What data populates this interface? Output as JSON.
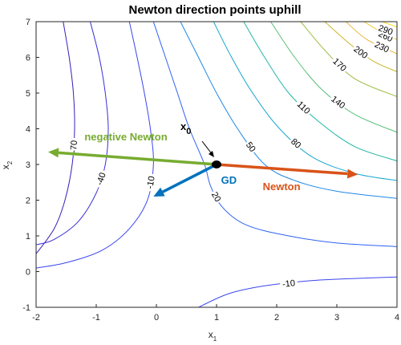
{
  "chart_data": {
    "type": "contour",
    "title": "Newton direction points uphill",
    "xlabel": "x",
    "xlabel_sub": "1",
    "ylabel": "x",
    "ylabel_sub": "2",
    "xlim": [
      -2,
      4
    ],
    "ylim": [
      -1,
      7
    ],
    "xticks": [
      "-2",
      "-1",
      "0",
      "1",
      "2",
      "3",
      "4"
    ],
    "yticks": [
      "-1",
      "0",
      "1",
      "2",
      "3",
      "4",
      "5",
      "6",
      "7"
    ],
    "grid": false,
    "colormap": "parula",
    "contours": [
      {
        "level": -70,
        "color": "#3a1eb8",
        "label": "-70",
        "points": [
          [
            -1.55,
            7
          ],
          [
            -1.45,
            6
          ],
          [
            -1.38,
            5
          ],
          [
            -1.36,
            4
          ],
          [
            -1.4,
            3
          ],
          [
            -1.52,
            2
          ],
          [
            -1.7,
            1.2
          ],
          [
            -2,
            0.5
          ]
        ]
      },
      {
        "level": -40,
        "color": "#3b2fd8",
        "label": "-40",
        "points": [
          [
            -1.1,
            7
          ],
          [
            -0.95,
            6
          ],
          [
            -0.85,
            5
          ],
          [
            -0.8,
            4
          ],
          [
            -0.85,
            3
          ],
          [
            -1.0,
            2.2
          ],
          [
            -1.3,
            1.4
          ],
          [
            -1.7,
            0.9
          ],
          [
            -2,
            0.75
          ]
        ]
      },
      {
        "level": -10,
        "color": "#3a46ee",
        "label": "-10",
        "points": [
          [
            -0.45,
            7
          ],
          [
            -0.32,
            6
          ],
          [
            -0.2,
            5
          ],
          [
            -0.1,
            4
          ],
          [
            -0.05,
            3
          ],
          [
            -0.15,
            2
          ],
          [
            -0.45,
            1.2
          ],
          [
            -0.9,
            0.6
          ],
          [
            -1.5,
            0.25
          ],
          [
            -2,
            0.1
          ]
        ]
      },
      {
        "level": -10,
        "color": "#3a46ee",
        "label": "-10",
        "points": [
          [
            0.7,
            -1
          ],
          [
            1.2,
            -0.62
          ],
          [
            1.8,
            -0.4
          ],
          [
            2.6,
            -0.25
          ],
          [
            3.5,
            -0.18
          ],
          [
            4,
            -0.15
          ]
        ]
      },
      {
        "level": 20,
        "color": "#2e62f0",
        "label": "20",
        "points": [
          [
            -0.05,
            7
          ],
          [
            0.15,
            6
          ],
          [
            0.35,
            5
          ],
          [
            0.55,
            4
          ],
          [
            0.8,
            3
          ],
          [
            0.9,
            2.4
          ],
          [
            1.1,
            1.8
          ],
          [
            1.5,
            1.3
          ],
          [
            2.2,
            1.0
          ],
          [
            3.0,
            0.8
          ],
          [
            4,
            0.7
          ]
        ]
      },
      {
        "level": 50,
        "color": "#1f88e8",
        "label": "50",
        "points": [
          [
            0.4,
            7
          ],
          [
            0.7,
            6
          ],
          [
            1.0,
            5
          ],
          [
            1.35,
            4
          ],
          [
            1.8,
            3
          ],
          [
            2.3,
            2.55
          ],
          [
            3.0,
            2.25
          ],
          [
            4,
            2.05
          ]
        ]
      },
      {
        "level": 80,
        "color": "#17a6cf",
        "label": "80",
        "points": [
          [
            0.95,
            7
          ],
          [
            1.25,
            6
          ],
          [
            1.6,
            5
          ],
          [
            2.05,
            4
          ],
          [
            2.6,
            3.2
          ],
          [
            3.3,
            2.75
          ],
          [
            4,
            2.55
          ]
        ]
      },
      {
        "level": 110,
        "color": "#22b8a4",
        "label": "110",
        "points": [
          [
            1.45,
            7
          ],
          [
            1.8,
            6
          ],
          [
            2.2,
            5
          ],
          [
            2.7,
            4.2
          ],
          [
            3.3,
            3.5
          ],
          [
            4,
            3.1
          ]
        ]
      },
      {
        "level": 140,
        "color": "#5abf78",
        "label": "140",
        "points": [
          [
            1.9,
            7
          ],
          [
            2.3,
            6
          ],
          [
            2.75,
            5.1
          ],
          [
            3.3,
            4.4
          ],
          [
            4,
            3.9
          ]
        ]
      },
      {
        "level": 170,
        "color": "#9bbd40",
        "label": "170",
        "points": [
          [
            2.4,
            7
          ],
          [
            2.8,
            6.2
          ],
          [
            3.3,
            5.4
          ],
          [
            4,
            4.9
          ]
        ]
      },
      {
        "level": 200,
        "color": "#cbb62c",
        "label": "200",
        "points": [
          [
            2.8,
            7
          ],
          [
            3.2,
            6.4
          ],
          [
            3.6,
            5.9
          ],
          [
            4,
            5.6
          ]
        ]
      },
      {
        "level": 230,
        "color": "#e9b634",
        "label": "230",
        "points": [
          [
            3.15,
            7
          ],
          [
            3.5,
            6.5
          ],
          [
            4,
            6.1
          ]
        ]
      },
      {
        "level": 260,
        "color": "#f5c932",
        "label": "260",
        "points": [
          [
            3.45,
            7
          ],
          [
            3.75,
            6.7
          ],
          [
            4,
            6.5
          ]
        ]
      },
      {
        "level": 290,
        "color": "#f5dd22",
        "label": "290",
        "points": [
          [
            3.75,
            7
          ],
          [
            4,
            6.85
          ]
        ]
      }
    ],
    "point": {
      "name": "x",
      "subscript": "0",
      "x": 1,
      "y": 3
    },
    "arrows": [
      {
        "label": "negative Newton",
        "color": "#77ac30",
        "from": [
          1,
          3
        ],
        "to": [
          -1.8,
          3.35
        ]
      },
      {
        "label": "Newton",
        "color": "#d95319",
        "from": [
          1,
          3
        ],
        "to": [
          3.35,
          2.72
        ]
      },
      {
        "label": "GD",
        "color": "#0072bd",
        "from": [
          1,
          3
        ],
        "to": [
          -0.05,
          2.1
        ]
      }
    ]
  }
}
